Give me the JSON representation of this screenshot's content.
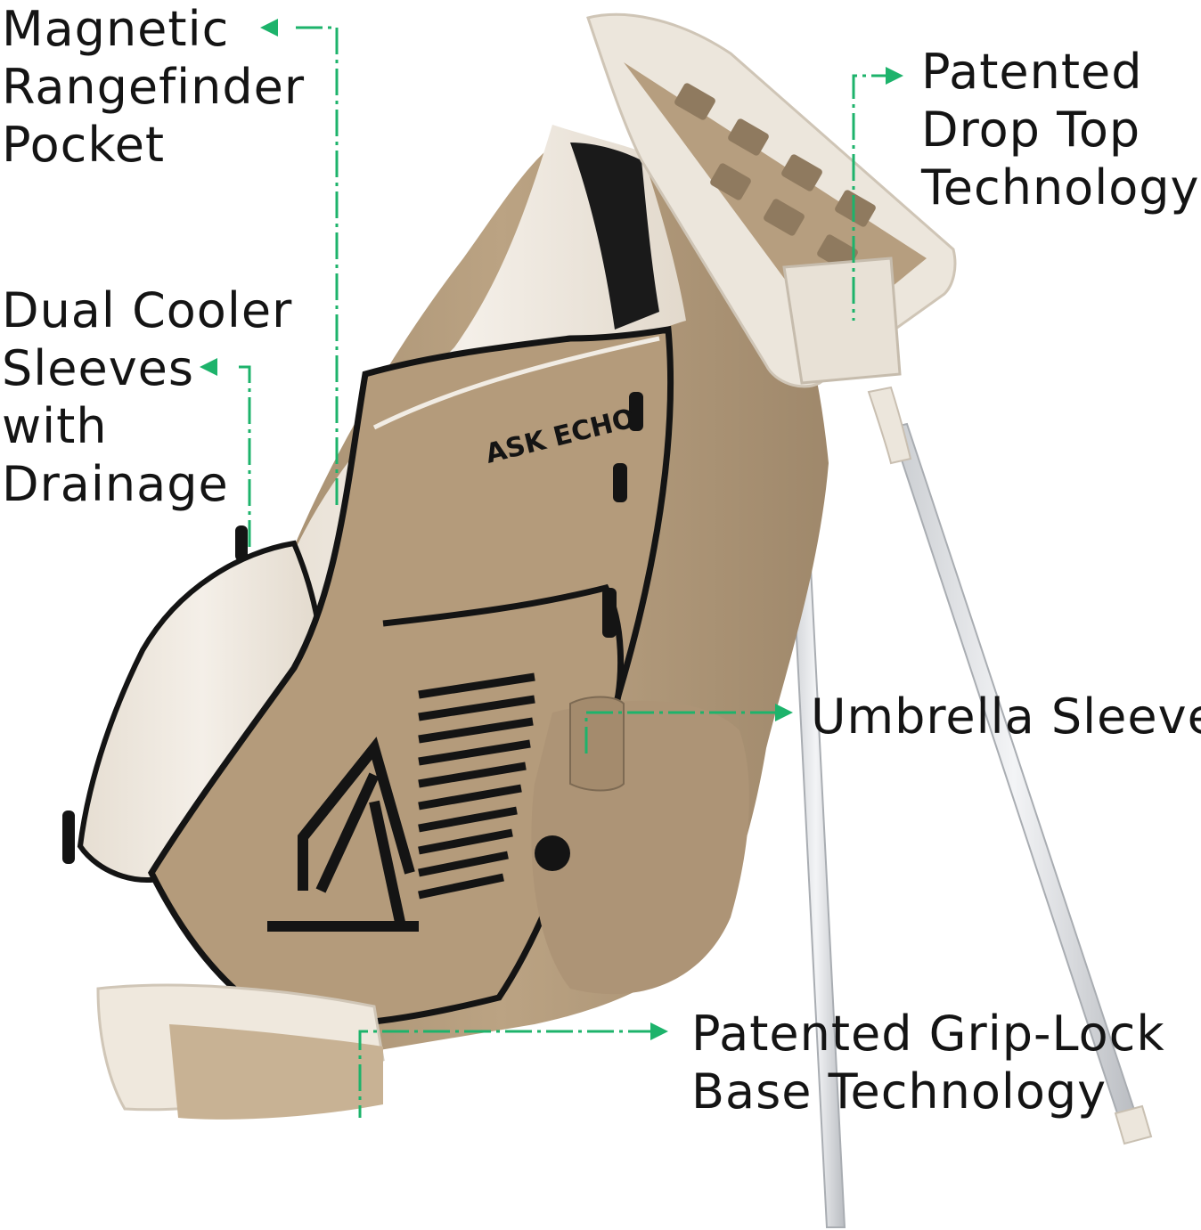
{
  "callouts": {
    "rangefinder": {
      "lines": [
        "Magnetic",
        "Rangefinder",
        "Pocket"
      ]
    },
    "cooler": {
      "lines": [
        "Dual Cooler",
        "Sleeves",
        "with",
        "Drainage"
      ]
    },
    "drop_top": {
      "lines": [
        "Patented",
        "Drop Top",
        "Technology"
      ]
    },
    "umbrella": {
      "lines": [
        "Umbrella Sleeve"
      ]
    },
    "grip_lock": {
      "lines": [
        "Patented Grip-Lock",
        "Base Technology"
      ]
    }
  },
  "bag": {
    "brand": "ASK ECHO"
  },
  "colors": {
    "callout_line": "#1db36b",
    "bag_tan": "#b69e7f",
    "bag_cream": "#efe8de",
    "trim_black": "#151515"
  }
}
